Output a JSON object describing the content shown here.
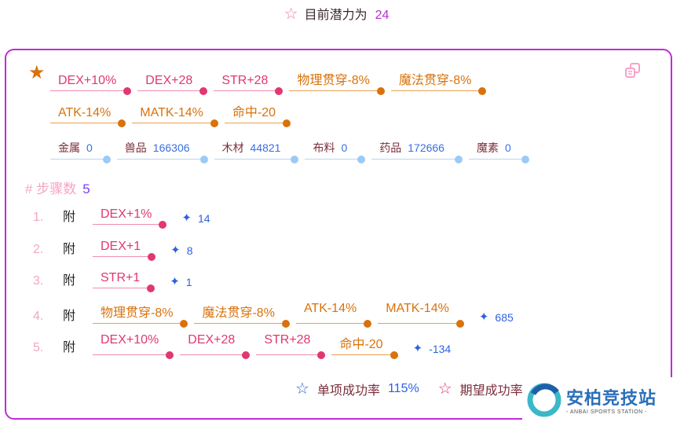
{
  "header": {
    "label": "目前潜力为",
    "value": "24"
  },
  "target_stats": [
    {
      "text": "DEX+10%",
      "color": "pink"
    },
    {
      "text": "DEX+28",
      "color": "pink"
    },
    {
      "text": "STR+28",
      "color": "pink"
    },
    {
      "text": "物理贯穿-8%",
      "color": "orange"
    },
    {
      "text": "魔法贯穿-8%",
      "color": "orange"
    },
    {
      "text": "ATK-14%",
      "color": "orange"
    },
    {
      "text": "MATK-14%",
      "color": "orange"
    },
    {
      "text": "命中-20",
      "color": "orange"
    }
  ],
  "materials": [
    {
      "name": "金属",
      "value": "0"
    },
    {
      "name": "兽品",
      "value": "166306"
    },
    {
      "name": "木材",
      "value": "44821"
    },
    {
      "name": "布料",
      "value": "0"
    },
    {
      "name": "药品",
      "value": "172666"
    },
    {
      "name": "魔素",
      "value": "0"
    }
  ],
  "steps_label": "步骤数",
  "steps_count": "5",
  "steps": [
    {
      "num": "1.",
      "prefix": "附",
      "stats": [
        {
          "text": "DEX+1%",
          "color": "pink"
        }
      ],
      "potential": "14"
    },
    {
      "num": "2.",
      "prefix": "附",
      "stats": [
        {
          "text": "DEX+1",
          "color": "pink"
        }
      ],
      "potential": "8"
    },
    {
      "num": "3.",
      "prefix": "附",
      "stats": [
        {
          "text": "STR+1",
          "color": "pink"
        }
      ],
      "potential": "1"
    },
    {
      "num": "4.",
      "prefix": "附",
      "stats": [
        {
          "text": "物理贯穿-8%",
          "color": "orange"
        },
        {
          "text": "魔法贯穿-8%",
          "color": "orange"
        },
        {
          "text": "ATK-14%",
          "color": "orange"
        },
        {
          "text": "MATK-14%",
          "color": "orange"
        }
      ],
      "potential": "685"
    },
    {
      "num": "5.",
      "prefix": "附",
      "stats": [
        {
          "text": "DEX+10%",
          "color": "pink"
        },
        {
          "text": "DEX+28",
          "color": "pink"
        },
        {
          "text": "STR+28",
          "color": "pink"
        },
        {
          "text": "命中-20",
          "color": "orange"
        }
      ],
      "potential": "-134"
    }
  ],
  "footer": {
    "single_label": "单项成功率",
    "single_value": "115%",
    "expected_label": "期望成功率"
  },
  "watermark": {
    "title": "安柏竞技站",
    "subtitle": "- ANBAI SPORTS STATION -"
  }
}
